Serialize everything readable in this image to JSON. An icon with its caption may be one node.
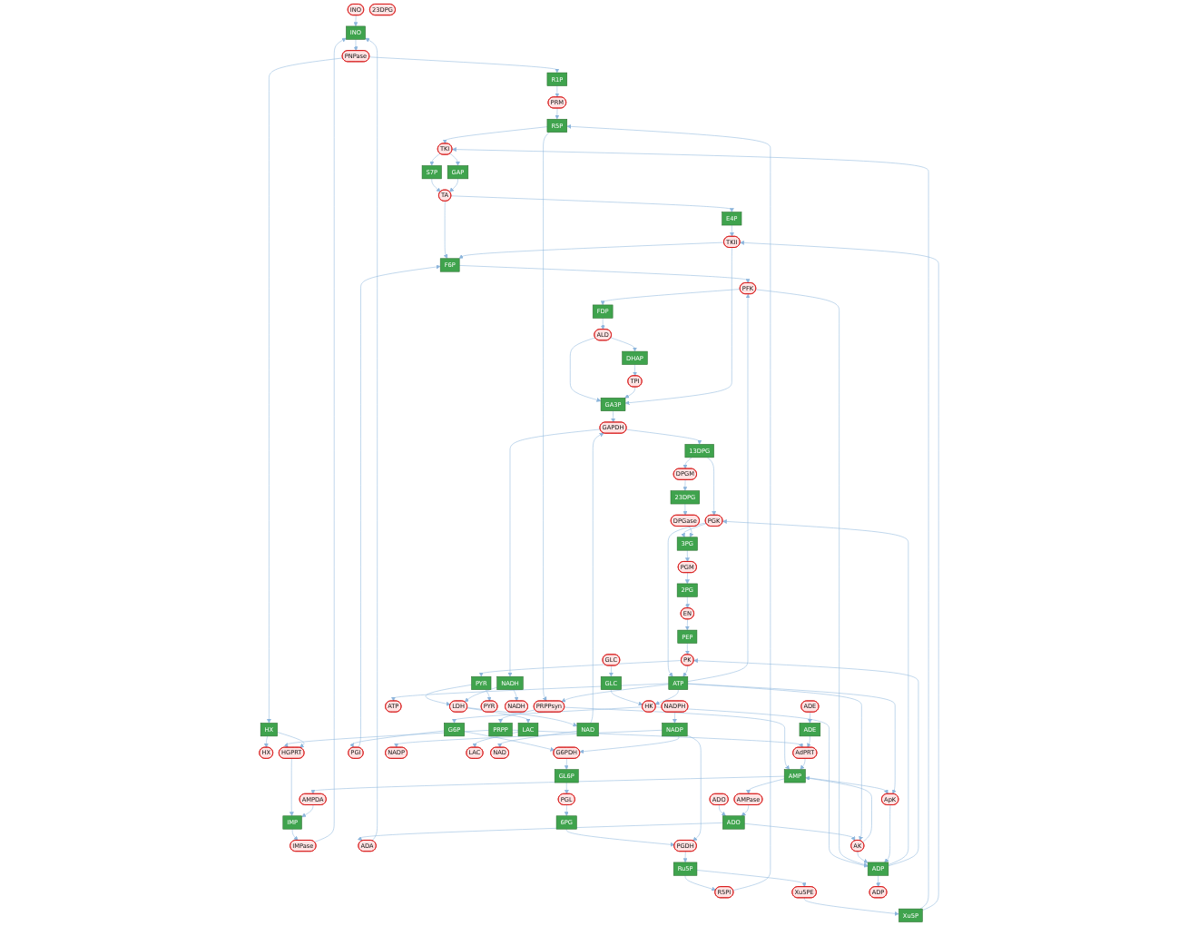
{
  "diagram": {
    "nodes": [
      {
        "text": [
          "HX"
        ]
      },
      {
        "text": [
          "INO"
        ]
      },
      {
        "text": [
          "IMPase"
        ]
      },
      {
        "text": [
          "HX"
        ]
      },
      {
        "text": [
          "PRM"
        ]
      },
      {
        "text": [
          "PNPase"
        ]
      },
      {
        "text": [
          "R1P"
        ]
      },
      {
        "text": [
          "HGPRT"
        ]
      },
      {
        "text": [
          "ADE"
        ]
      },
      {
        "text": [
          "INO"
        ]
      },
      {
        "text": [
          "IMP"
        ]
      },
      {
        "text": [
          "R5P"
        ]
      },
      {
        "text": [
          "GLC"
        ]
      },
      {
        "text": [
          "GLC"
        ]
      },
      {
        "text": [
          "AdPRT"
        ]
      },
      {
        "text": [
          "ADE"
        ]
      },
      {
        "text": [
          "ADO"
        ]
      },
      {
        "text": [
          "TKI"
        ]
      },
      {
        "text": [
          "AMPDA"
        ]
      },
      {
        "text": [
          "R5PI"
        ]
      },
      {
        "text": [
          "ADA"
        ]
      },
      {
        "text": [
          "AMPase"
        ]
      },
      {
        "text": [
          "ADO"
        ]
      },
      {
        "text": [
          "PRPP"
        ]
      },
      {
        "text": [
          "Xu5PE"
        ]
      },
      {
        "text": [
          "G6P"
        ]
      },
      {
        "text": [
          "S7P"
        ]
      },
      {
        "text": [
          "PGI"
        ]
      },
      {
        "text": [
          "PRPPsyn"
        ]
      },
      {
        "text": [
          "HK"
        ]
      },
      {
        "text": [
          "AMP"
        ]
      },
      {
        "text": [
          "Ru5P"
        ]
      },
      {
        "text": [
          "Xu5P"
        ]
      },
      {
        "text": [
          "G6PDH"
        ]
      },
      {
        "text": [
          "ADP"
        ]
      },
      {
        "text": [
          "AK"
        ]
      },
      {
        "text": [
          "6PG"
        ]
      },
      {
        "text": [
          "PGDH"
        ]
      },
      {
        "text": [
          "ADP"
        ]
      },
      {
        "text": [
          "ApK"
        ]
      },
      {
        "text": [
          "TA"
        ]
      },
      {
        "text": [
          "F6P"
        ]
      },
      {
        "text": [
          "NADPH"
        ]
      },
      {
        "text": [
          "PK"
        ]
      },
      {
        "text": [
          "PEP"
        ]
      },
      {
        "text": [
          "TKII"
        ]
      },
      {
        "text": [
          "GAP"
        ]
      },
      {
        "text": [
          "PFK"
        ]
      },
      {
        "text": [
          "ATP"
        ]
      },
      {
        "text": [
          "EN"
        ]
      },
      {
        "text": [
          "GL6P"
        ]
      },
      {
        "text": [
          "NADP"
        ]
      },
      {
        "text": [
          "GA3P"
        ]
      },
      {
        "text": [
          "ATP"
        ]
      },
      {
        "text": [
          "FDP"
        ]
      },
      {
        "text": [
          "NADP"
        ]
      },
      {
        "text": [
          "E4P"
        ]
      },
      {
        "text": [
          "PGL"
        ]
      },
      {
        "text": [
          "PGK"
        ]
      },
      {
        "text": [
          "2PG"
        ]
      },
      {
        "text": [
          "ALD"
        ]
      },
      {
        "text": [
          "PYR"
        ]
      },
      {
        "text": [
          "PGM"
        ]
      },
      {
        "text": [
          "DPGase"
        ]
      },
      {
        "text": [
          "GAPDH"
        ]
      },
      {
        "text": [
          "3PG"
        ]
      },
      {
        "text": [
          "23DPG"
        ]
      },
      {
        "text": [
          "LDH"
        ]
      },
      {
        "text": [
          "23DPG"
        ]
      },
      {
        "text": [
          "DHAP"
        ]
      },
      {
        "text": [
          "TPI"
        ]
      },
      {
        "text": [
          "DPGM"
        ]
      },
      {
        "text": [
          "PYR"
        ]
      },
      {
        "text": [
          "13DPG"
        ]
      },
      {
        "text": [
          "NADH"
        ]
      },
      {
        "text": [
          "LAC"
        ]
      },
      {
        "text": [
          "NADH"
        ]
      },
      {
        "text": [
          "NAD"
        ]
      },
      {
        "text": [
          "NAD"
        ]
      },
      {
        "text": [
          "LAC"
        ]
      }
    ],
    "edges": [
      {
        "from": 13,
        "to": 12,
        "arrow": "to"
      },
      {
        "from": 12,
        "to": 29,
        "arrow": "to"
      },
      {
        "from": 53,
        "to": 29,
        "arrow": "to"
      },
      {
        "from": 29,
        "to": 25,
        "arrow": "to"
      },
      {
        "from": 29,
        "to": 38,
        "arrow": "to"
      },
      {
        "from": 25,
        "to": 27,
        "arrow": "to"
      },
      {
        "from": 27,
        "to": 41,
        "arrow": "to"
      },
      {
        "from": 41,
        "to": 47,
        "arrow": "to"
      },
      {
        "from": 53,
        "to": 47,
        "arrow": "to"
      },
      {
        "from": 47,
        "to": 54,
        "arrow": "to"
      },
      {
        "from": 47,
        "to": 38,
        "arrow": "to"
      },
      {
        "from": 54,
        "to": 60,
        "arrow": "to"
      },
      {
        "from": 60,
        "to": 69,
        "arrow": "to"
      },
      {
        "from": 60,
        "to": 52,
        "arrow": "to"
      },
      {
        "from": 69,
        "to": 70,
        "arrow": "to"
      },
      {
        "from": 70,
        "to": 52,
        "arrow": "to"
      },
      {
        "from": 52,
        "to": 64,
        "arrow": "to"
      },
      {
        "from": 77,
        "to": 64,
        "arrow": "to"
      },
      {
        "from": 64,
        "to": 73,
        "arrow": "to"
      },
      {
        "from": 64,
        "to": 74,
        "arrow": "to"
      },
      {
        "from": 73,
        "to": 58,
        "arrow": "to"
      },
      {
        "from": 38,
        "to": 58,
        "arrow": "to"
      },
      {
        "from": 58,
        "to": 65,
        "arrow": "to"
      },
      {
        "from": 58,
        "to": 53,
        "arrow": "to"
      },
      {
        "from": 73,
        "to": 71,
        "arrow": "to"
      },
      {
        "from": 71,
        "to": 68,
        "arrow": "to"
      },
      {
        "from": 68,
        "to": 63,
        "arrow": "to"
      },
      {
        "from": 63,
        "to": 65,
        "arrow": "to"
      },
      {
        "from": 65,
        "to": 62,
        "arrow": "to"
      },
      {
        "from": 62,
        "to": 59,
        "arrow": "to"
      },
      {
        "from": 59,
        "to": 49,
        "arrow": "to"
      },
      {
        "from": 49,
        "to": 44,
        "arrow": "to"
      },
      {
        "from": 44,
        "to": 43,
        "arrow": "to"
      },
      {
        "from": 38,
        "to": 43,
        "arrow": "to"
      },
      {
        "from": 43,
        "to": 61,
        "arrow": "to"
      },
      {
        "from": 43,
        "to": 53,
        "arrow": "to"
      },
      {
        "from": 61,
        "to": 67,
        "arrow": "to"
      },
      {
        "from": 74,
        "to": 67,
        "arrow": "to"
      },
      {
        "from": 67,
        "to": 79,
        "arrow": "to"
      },
      {
        "from": 67,
        "to": 77,
        "arrow": "to"
      },
      {
        "from": 61,
        "to": 72,
        "arrow": "to"
      },
      {
        "from": 79,
        "to": 75,
        "arrow": "to"
      },
      {
        "from": 74,
        "to": 76,
        "arrow": "to"
      },
      {
        "from": 77,
        "to": 78,
        "arrow": "to"
      },
      {
        "from": 25,
        "to": 33,
        "arrow": "to"
      },
      {
        "from": 51,
        "to": 33,
        "arrow": "to"
      },
      {
        "from": 33,
        "to": 50,
        "arrow": "to"
      },
      {
        "from": 42,
        "to": 51,
        "arrow": "to"
      },
      {
        "from": 51,
        "to": 55,
        "arrow": "to"
      },
      {
        "from": 50,
        "to": 57,
        "arrow": "to"
      },
      {
        "from": 57,
        "to": 36,
        "arrow": "to"
      },
      {
        "from": 36,
        "to": 37,
        "arrow": "to"
      },
      {
        "from": 51,
        "to": 37,
        "arrow": "to"
      },
      {
        "from": 37,
        "to": 31,
        "arrow": "to"
      },
      {
        "from": 31,
        "to": 19,
        "arrow": "to"
      },
      {
        "from": 19,
        "to": 11,
        "arrow": "to"
      },
      {
        "from": 31,
        "to": 24,
        "arrow": "to"
      },
      {
        "from": 24,
        "to": 32,
        "arrow": "to"
      },
      {
        "from": 11,
        "to": 17,
        "arrow": "to"
      },
      {
        "from": 32,
        "to": 17,
        "arrow": "to"
      },
      {
        "from": 17,
        "to": 26,
        "arrow": "to"
      },
      {
        "from": 17,
        "to": 46,
        "arrow": "to"
      },
      {
        "from": 26,
        "to": 40,
        "arrow": "to"
      },
      {
        "from": 46,
        "to": 40,
        "arrow": "to"
      },
      {
        "from": 40,
        "to": 56,
        "arrow": "to"
      },
      {
        "from": 40,
        "to": 41,
        "arrow": "to"
      },
      {
        "from": 56,
        "to": 45,
        "arrow": "to"
      },
      {
        "from": 32,
        "to": 45,
        "arrow": "to"
      },
      {
        "from": 45,
        "to": 41,
        "arrow": "to"
      },
      {
        "from": 45,
        "to": 52,
        "arrow": "to"
      },
      {
        "from": 11,
        "to": 28,
        "arrow": "to"
      },
      {
        "from": 53,
        "to": 28,
        "arrow": "to"
      },
      {
        "from": 28,
        "to": 23,
        "arrow": "to"
      },
      {
        "from": 28,
        "to": 30,
        "arrow": "to"
      },
      {
        "from": 23,
        "to": 7,
        "arrow": "to"
      },
      {
        "from": 3,
        "to": 7,
        "arrow": "to"
      },
      {
        "from": 7,
        "to": 10,
        "arrow": "to"
      },
      {
        "from": 23,
        "to": 14,
        "arrow": "to"
      },
      {
        "from": 15,
        "to": 14,
        "arrow": "to"
      },
      {
        "from": 14,
        "to": 30,
        "arrow": "to"
      },
      {
        "from": 10,
        "to": 2,
        "arrow": "to"
      },
      {
        "from": 2,
        "to": 9,
        "arrow": "to"
      },
      {
        "from": 9,
        "to": 5,
        "arrow": "to"
      },
      {
        "from": 5,
        "to": 3,
        "arrow": "to"
      },
      {
        "from": 5,
        "to": 6,
        "arrow": "to"
      },
      {
        "from": 6,
        "to": 4,
        "arrow": "to"
      },
      {
        "from": 4,
        "to": 11,
        "arrow": "to"
      },
      {
        "from": 3,
        "to": 0,
        "arrow": "to"
      },
      {
        "from": 1,
        "to": 9,
        "arrow": "to"
      },
      {
        "from": 8,
        "to": 15,
        "arrow": "to"
      },
      {
        "from": 16,
        "to": 22,
        "arrow": "to"
      },
      {
        "from": 22,
        "to": 20,
        "arrow": "to"
      },
      {
        "from": 20,
        "to": 9,
        "arrow": "to"
      },
      {
        "from": 22,
        "to": 35,
        "arrow": "to"
      },
      {
        "from": 53,
        "to": 35,
        "arrow": "to"
      },
      {
        "from": 35,
        "to": 30,
        "arrow": "to"
      },
      {
        "from": 35,
        "to": 38,
        "arrow": "to"
      },
      {
        "from": 30,
        "to": 18,
        "arrow": "to"
      },
      {
        "from": 18,
        "to": 10,
        "arrow": "to"
      },
      {
        "from": 30,
        "to": 21,
        "arrow": "to"
      },
      {
        "from": 21,
        "to": 22,
        "arrow": "to"
      },
      {
        "from": 30,
        "to": 39,
        "arrow": "to"
      },
      {
        "from": 53,
        "to": 39,
        "arrow": "to"
      },
      {
        "from": 39,
        "to": 38,
        "arrow": "to"
      },
      {
        "from": 38,
        "to": 34,
        "arrow": "to"
      },
      {
        "from": 53,
        "to": 48,
        "arrow": "to"
      }
    ]
  }
}
